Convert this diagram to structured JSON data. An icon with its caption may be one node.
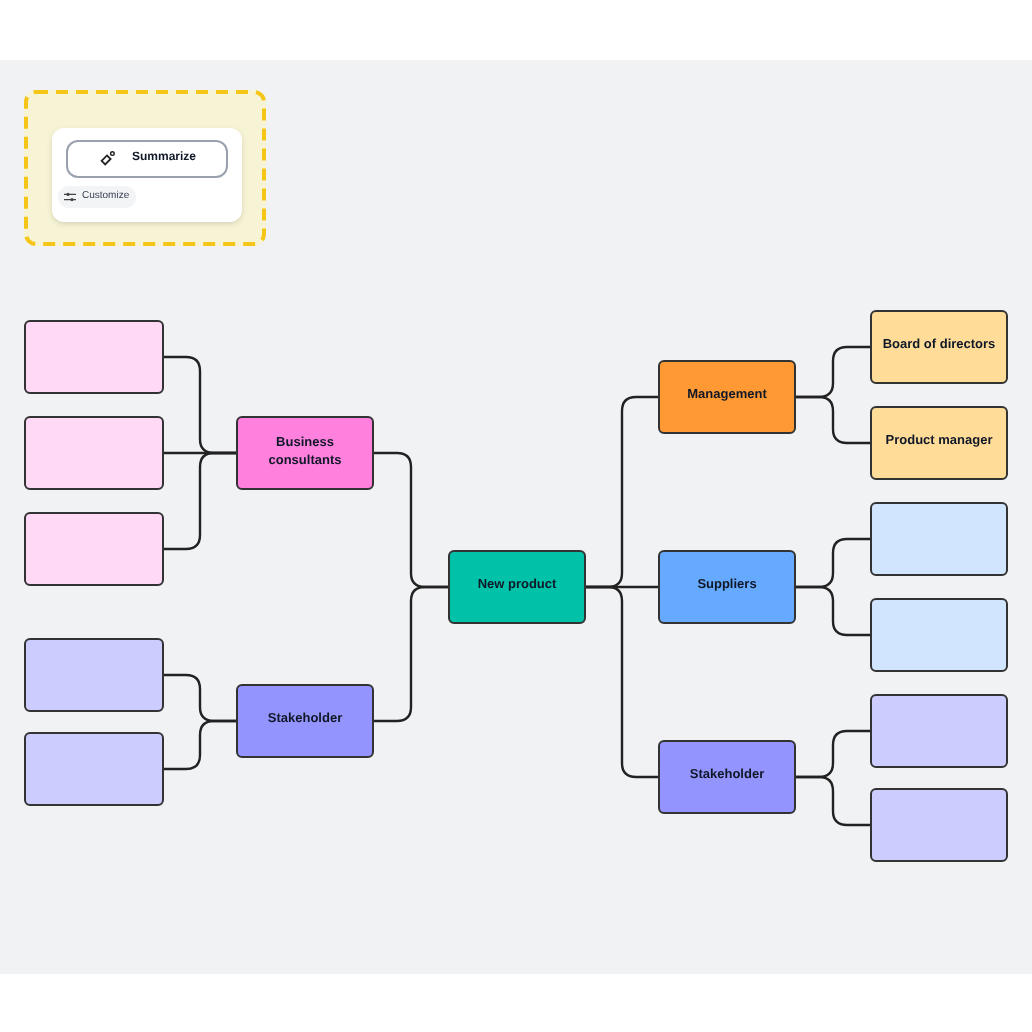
{
  "diagram": {
    "nodes": [
      {
        "text": [
          "New product"
        ]
      },
      {
        "text": [
          "Business consultants"
        ]
      },
      {
        "text": [
          "Stakeholder"
        ]
      },
      {
        "text": [],
        "shape": "box"
      },
      {
        "text": [],
        "shape": "box"
      },
      {
        "text": [],
        "shape": "box"
      },
      {
        "text": [],
        "shape": "box"
      },
      {
        "text": [],
        "shape": "box"
      },
      {
        "text": [
          "Management"
        ]
      },
      {
        "text": [
          "Suppliers"
        ]
      },
      {
        "text": [
          "Stakeholder"
        ]
      },
      {
        "text": [
          "Board of directors"
        ]
      },
      {
        "text": [
          "Product manager"
        ]
      },
      {
        "text": [],
        "shape": "box"
      },
      {
        "text": [],
        "shape": "box"
      },
      {
        "text": [],
        "shape": "box"
      },
      {
        "text": [],
        "shape": "box"
      }
    ],
    "edges": [
      {
        "from": 0,
        "to": 1,
        "arrow": "none"
      },
      {
        "from": 0,
        "to": 2,
        "arrow": "none"
      },
      {
        "from": 1,
        "to": 3,
        "arrow": "none"
      },
      {
        "from": 1,
        "to": 4,
        "arrow": "none"
      },
      {
        "from": 1,
        "to": 5,
        "arrow": "none"
      },
      {
        "from": 2,
        "to": 6,
        "arrow": "none"
      },
      {
        "from": 2,
        "to": 7,
        "arrow": "none"
      },
      {
        "from": 0,
        "to": 8,
        "arrow": "none"
      },
      {
        "from": 0,
        "to": 9,
        "arrow": "none"
      },
      {
        "from": 0,
        "to": 10,
        "arrow": "none"
      },
      {
        "from": 8,
        "to": 11,
        "arrow": "none"
      },
      {
        "from": 8,
        "to": 12,
        "arrow": "none"
      },
      {
        "from": 9,
        "to": 13,
        "arrow": "none"
      },
      {
        "from": 9,
        "to": 14,
        "arrow": "none"
      },
      {
        "from": 10,
        "to": 15,
        "arrow": "none"
      },
      {
        "from": 10,
        "to": 16,
        "arrow": "none"
      }
    ],
    "labels": [
      "Summarize",
      "Customize"
    ]
  }
}
